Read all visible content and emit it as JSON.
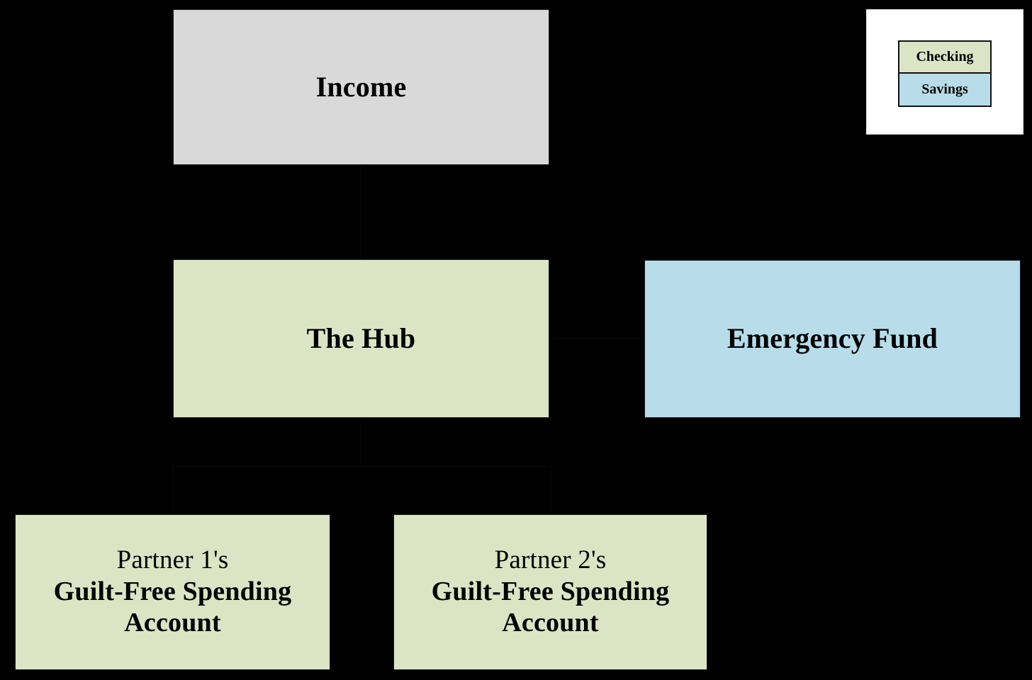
{
  "diagram": {
    "background_color": "#000000",
    "nodes": [
      {
        "id": "income",
        "label": "Income",
        "fill": "#d9d9d9",
        "account_type": "none"
      },
      {
        "id": "hub",
        "label": "The Hub",
        "fill": "#dce4c6",
        "account_type": "Checking"
      },
      {
        "id": "emergency",
        "label": "Emergency Fund",
        "fill": "#b9dcea",
        "account_type": "Savings"
      },
      {
        "id": "partner1",
        "owner": "Partner 1's",
        "label_line1": "Guilt-Free Spending",
        "label_line2": "Account",
        "fill": "#dce4c6",
        "account_type": "Checking"
      },
      {
        "id": "partner2",
        "owner": "Partner 2's",
        "label_line1": "Guilt-Free Spending",
        "label_line2": "Account",
        "fill": "#dce4c6",
        "account_type": "Checking"
      }
    ]
  },
  "legend": {
    "items": [
      {
        "label": "Checking",
        "color": "#dce4c6"
      },
      {
        "label": "Savings",
        "color": "#b9dcea"
      }
    ]
  }
}
